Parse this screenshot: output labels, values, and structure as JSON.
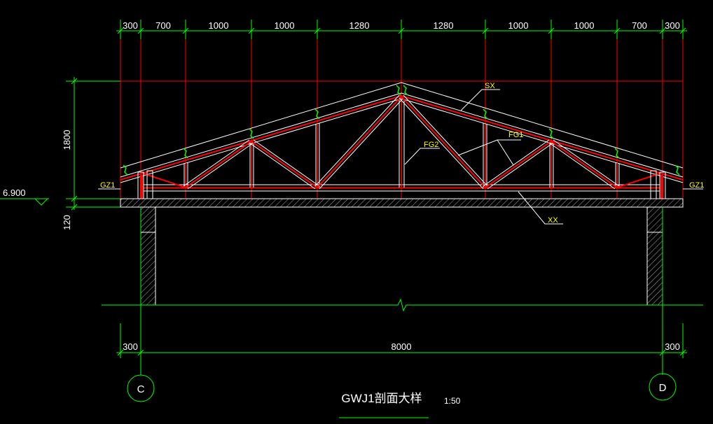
{
  "drawing": {
    "title": "GWJ1剖面大样",
    "scale": "1:50"
  },
  "dimensions": {
    "top": [
      "300",
      "700",
      "1000",
      "1000",
      "1280",
      "1280",
      "1000",
      "1000",
      "700",
      "300"
    ],
    "left_height": "1800",
    "left_slab": "120",
    "bottom": [
      "300",
      "8000",
      "300"
    ]
  },
  "elevation": "6.900",
  "labels": {
    "sx": "SX",
    "fg1": "FG1",
    "fg2": "FG2",
    "xx": "XX",
    "gz1_left": "GZ1",
    "gz1_right": "GZ1"
  },
  "axes": {
    "left": "C",
    "right": "D"
  },
  "colors": {
    "background": "#000000",
    "dimension": "#00ff00",
    "gridline": "#ff0000",
    "truss": "#ffffff",
    "label": "#ffff00"
  }
}
